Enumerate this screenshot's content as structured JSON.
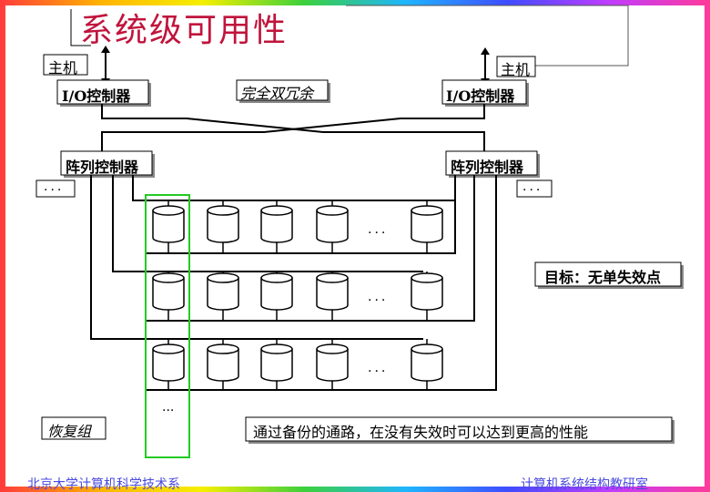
{
  "title": "系统级可用性",
  "host_left": "主机",
  "host_right": "主机",
  "io_controller_left": "I/O控制器",
  "io_controller_right": "I/O控制器",
  "redundancy_label": "完全双冗余",
  "array_controller_left": "阵列控制器",
  "array_controller_right": "阵列控制器",
  "ellipsis": "...",
  "goal_label": "目标：无单失效点",
  "recovery_group_label": "恢复组",
  "note": "通过备份的通路，在没有失效时可以达到更高的性能",
  "footer_left": "北京大学计算机科学技术系",
  "footer_right": "计算机系统结构教研室",
  "colors": {
    "title": "#c0143c",
    "recovery_highlight": "#22cc22",
    "footer": "#4a4adf"
  },
  "disk_rows": 3,
  "disks_per_row": 6
}
